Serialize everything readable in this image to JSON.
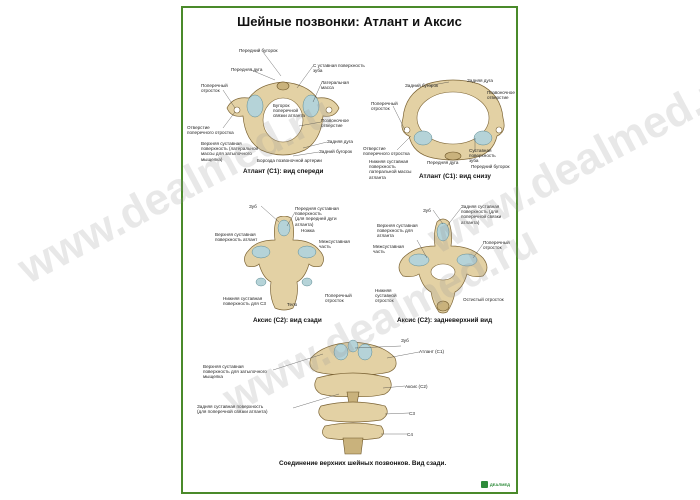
{
  "poster": {
    "title": "Шейные позвонки: Атлант и Аксис",
    "watermark": "www.dealmed.ru",
    "logo_text": "ДЕАЛМЕД"
  },
  "fig1": {
    "caption": "Атлант (С1): вид спереди",
    "labels": {
      "anterior_tubercle": "Передний бугорок",
      "anterior_arch": "Передняя дуга",
      "dens_facet": "С уставная поверхность\nзуба",
      "transverse_process": "Поперечный\nотросток",
      "lateral_mass": "Латеральная\nмасса",
      "ligament_tubercle": "Бугорок\nпоперечной\nсвязки атланта",
      "transverse_foramen": "Отверстие\nпоперечного отростка",
      "vertebral_foramen": "Позвоночное\nотверстие",
      "superior_facet": "Верхняя суставная\nповерхность (латеральной\nмассы для затылочного\nмыщелка)",
      "posterior_arch": "Задняя дуга",
      "posterior_tubercle": "Задний бугорок",
      "artery_groove": "Борозда позвоночной артерии"
    }
  },
  "fig2": {
    "caption": "Атлант (С1): вид снизу",
    "labels": {
      "posterior_tubercle": "Задний бугорок",
      "posterior_arch": "Задняя дуга",
      "vertebral_foramen": "Позвоночное\nотверстие",
      "transverse_process": "Поперечный\nотросток",
      "transverse_foramen": "Отверстие\nпоперечного отростка",
      "inferior_facet": "Нижняя суставная\nповерхность\nлатеральной массы\nатланта",
      "dens_facet": "Суставная\nповерхность\nзуба",
      "anterior_arch": "Передняя дуга",
      "anterior_tubercle": "Передний бугорок"
    }
  },
  "fig3": {
    "caption": "Аксис (С2): вид сзади",
    "labels": {
      "dens": "Зуб",
      "posterior_facet": "Передняя суставная\nповерхность\n(для передней дуги\nатланта)",
      "superior_facet": "Верхняя  суставная\nповерхность атлант",
      "pedicle": "Ножка",
      "interarticular": "Межсуставная\nчасть",
      "inferior_facet": "Нижняя суставная\nповерхность для С3",
      "body": "Тело",
      "transverse_process": "Поперечный\nотросток"
    }
  },
  "fig4": {
    "caption": "Аксис (С2): задневерхний вид",
    "labels": {
      "dens": "Зуб",
      "posterior_facet": "Задняя суставная\nповерхность (для\nпоперечной связки\nатланта)",
      "superior_facet": "Верхняя суставная\nповерхность для\nатланта",
      "interarticular": "Межсуставная\nчасть",
      "transverse_process": "Поперечный\nотросток",
      "inferior_facet": "Нижняя\nсуставной\nотросток",
      "spinous_process": "Остистый отросток"
    }
  },
  "fig5": {
    "caption": "Соединение верхних шейных позвонков. Вид сзади.",
    "labels": {
      "dens": "Зуб",
      "atlas": "Атлант (С1)",
      "superior_facet": "Верхняя суставная\nповерхность для затылочного\nмыщелка",
      "axis": "Аксис (С2)",
      "posterior_facet": "Задняя суставная поверхность\n(для поперечной связки атланта)",
      "c3": "С3",
      "c4": "С4"
    }
  }
}
